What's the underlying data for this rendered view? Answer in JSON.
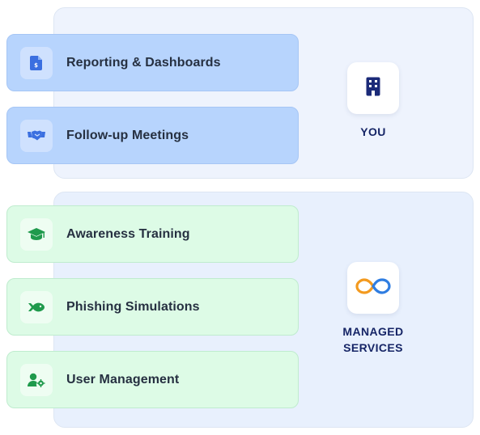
{
  "you": {
    "label": "YOU",
    "icon": "building-icon",
    "items": [
      {
        "label": "Reporting & Dashboards",
        "icon": "report-icon"
      },
      {
        "label": "Follow-up Meetings",
        "icon": "handshake-icon"
      }
    ]
  },
  "managed": {
    "label_line1": "MANAGED",
    "label_line2": "SERVICES",
    "icon": "infinity-logo",
    "items": [
      {
        "label": "Awareness Training",
        "icon": "graduation-cap-icon"
      },
      {
        "label": "Phishing Simulations",
        "icon": "fish-icon"
      },
      {
        "label": "User Management",
        "icon": "user-gear-icon"
      }
    ]
  },
  "colors": {
    "you_card": "#b7d4fd",
    "managed_card": "#ddfbe6",
    "blue_icon": "#3b6fe0",
    "green_icon": "#1f9a4c",
    "label_navy": "#162566"
  }
}
